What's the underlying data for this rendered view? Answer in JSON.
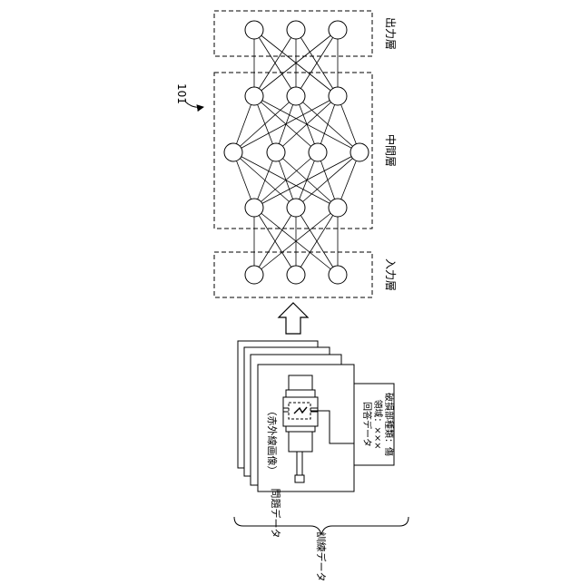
{
  "figure": {
    "ref_number": "101",
    "layer_labels": {
      "output": "出力層",
      "middle": "中間層",
      "input": "入力層"
    },
    "problem_image_label": "（赤外線画像）",
    "answer_box": {
      "title": "回答データ",
      "region": "領域：×××",
      "damage_type": "破損部種類：傷"
    },
    "problem_data_label": "問題データ",
    "training_data_label": "訓練データ"
  }
}
